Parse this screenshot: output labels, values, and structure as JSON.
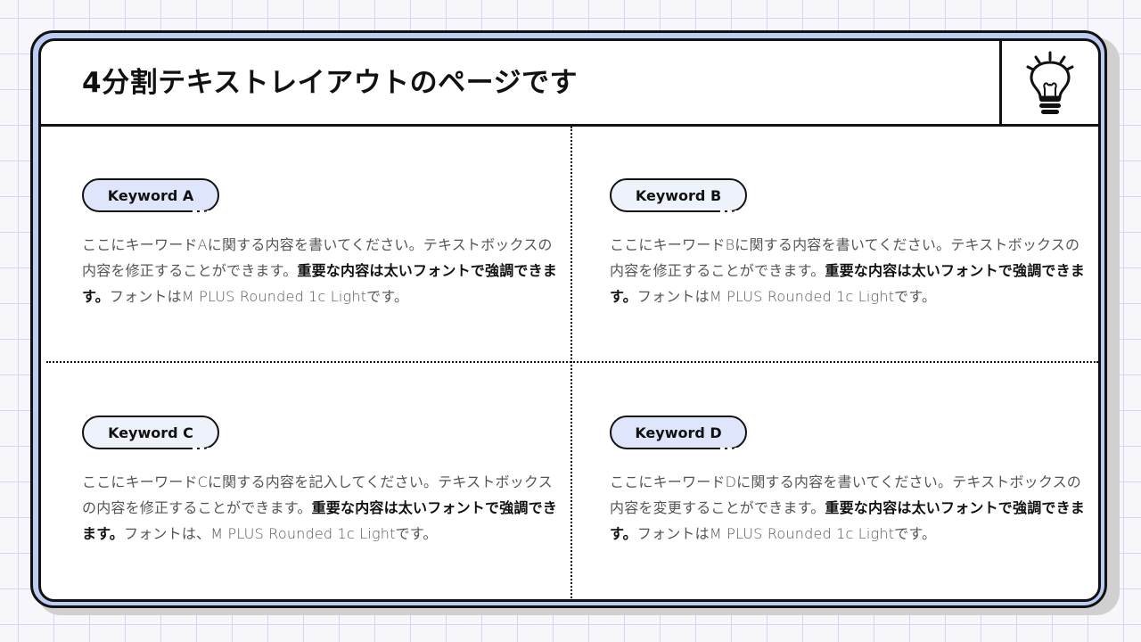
{
  "slide": {
    "title": "4分割テキストレイアウトのページです",
    "header_icon": "lightbulb-icon",
    "colors": {
      "frame_accent": "#bccdf3",
      "grid_line": "#d3d6f5",
      "border": "#111111",
      "pill_blue": "#dfe6fb",
      "pill_light": "#eef2fb",
      "body_text": "#555555"
    }
  },
  "cells": [
    {
      "keyword": "Keyword A",
      "text_normal_1": "ここにキーワードAに関する内容を書いてください。テキストボックスの内容を修正することができます。",
      "text_bold": "重要な内容は太いフォントで強調できます。",
      "text_normal_2": "フォントはM PLUS Rounded 1c Lightです。"
    },
    {
      "keyword": "Keyword B",
      "text_normal_1": "ここにキーワードBに関する内容を書いてください。テキストボックスの内容を修正することができます。",
      "text_bold": "重要な内容は太いフォントで強調できます。",
      "text_normal_2": "フォントはM PLUS Rounded 1c Lightです。"
    },
    {
      "keyword": "Keyword C",
      "text_normal_1": "ここにキーワードCに関する内容を記入してください。テキストボックスの内容を修正することができます。",
      "text_bold": "重要な内容は太いフォントで強調できます。",
      "text_normal_2": "フォントは、M PLUS Rounded 1c Lightです。"
    },
    {
      "keyword": "Keyword D",
      "text_normal_1": "ここにキーワードDに関する内容を書いてください。テキストボックスの内容を変更することができます。",
      "text_bold": "重要な内容は太いフォントで強調できます。",
      "text_normal_2": "フォントはM PLUS Rounded 1c Lightです。"
    }
  ]
}
